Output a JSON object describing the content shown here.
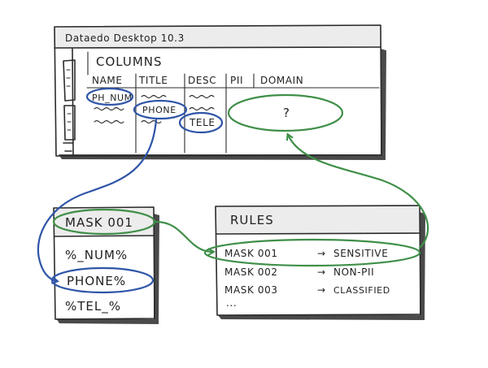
{
  "app_window": {
    "title": "Dataedo Desktop 10.3",
    "panel_title": "COLUMNS",
    "columns": [
      "NAME",
      "TITLE",
      "DESC",
      "PII",
      "DOMAIN"
    ],
    "cells": {
      "name_row1": "PH_NUM",
      "title_row2": "PHONE",
      "desc_row3": "TELE",
      "domain_unknown": "?"
    }
  },
  "mask_box": {
    "title": "MASK 001",
    "patterns": [
      "%_NUM%",
      "PHONE%",
      "%TEL_%"
    ]
  },
  "rules_box": {
    "title": "RULES",
    "rules": [
      {
        "mask": "MASK 001",
        "label": "SENSITIVE"
      },
      {
        "mask": "MASK 002",
        "label": "NON-PII"
      },
      {
        "mask": "MASK 003",
        "label": "CLASSIFIED"
      }
    ],
    "more": "..."
  },
  "colors": {
    "ink": "#2b2b2b",
    "blue_highlight": "#2f55a8",
    "green_highlight": "#3f8f48",
    "header_fill": "#ececec"
  }
}
